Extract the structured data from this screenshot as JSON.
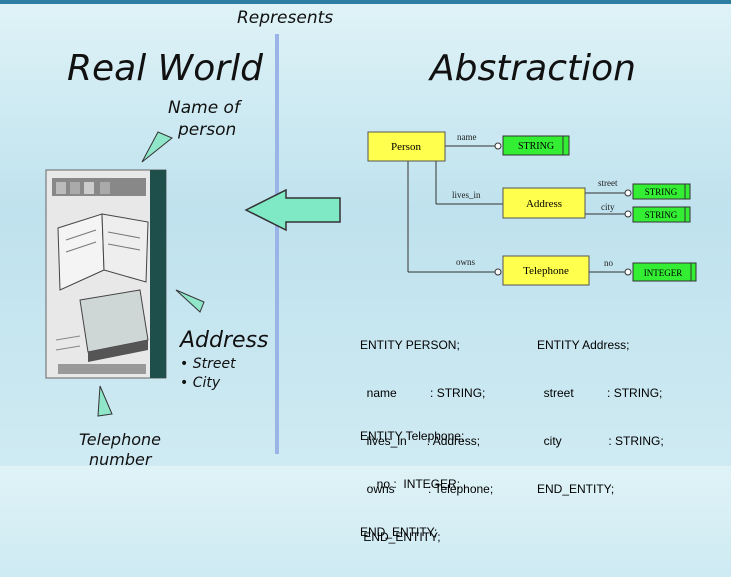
{
  "header": {
    "represents": "Represents"
  },
  "left": {
    "title": "Real World",
    "name_label": [
      "Name of",
      "person"
    ],
    "address_label": "Address",
    "address_items": [
      "Street",
      "City"
    ],
    "telephone_label": [
      "Telephone",
      "number"
    ]
  },
  "right": {
    "title": "Abstraction",
    "entities": {
      "person": "Person",
      "address": "Address",
      "telephone": "Telephone"
    },
    "types": {
      "name_type": "STRING",
      "street_type": "STRING",
      "city_type": "STRING",
      "no_type": "INTEGER"
    },
    "relations": {
      "name": "name",
      "lives_in": "lives_in",
      "owns": "owns",
      "street": "street",
      "city": "city",
      "no": "no"
    }
  },
  "code": {
    "person_block": [
      "ENTITY PERSON;",
      "  name          : STRING;",
      "  lives_in      : Address;",
      "  owns          : Telephone;",
      " END_ENTITY;"
    ],
    "address_block": [
      "ENTITY Address;",
      "  street          : STRING;",
      "  city              : STRING;",
      "END_ENTITY;"
    ],
    "telephone_block": [
      "ENTITY Telephone;",
      "     no :  INTEGER;",
      "END_ENTITY;"
    ]
  },
  "colors": {
    "entity_fill": "#ffff4d",
    "type_fill": "#33ee33",
    "arrow_fill": "#7fe8c4",
    "divider": "#9bb4e8",
    "background": "#cfeaf2"
  },
  "icons": {
    "book_picture": "book-stack-illustration",
    "pointer_arrows": "callout-arrow-icon"
  }
}
